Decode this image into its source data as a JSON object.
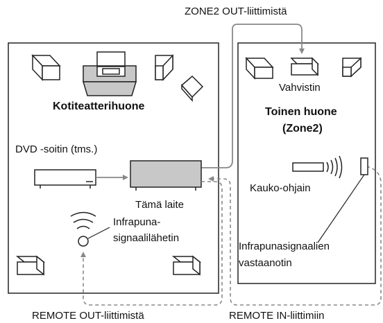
{
  "labels": {
    "zone2_out": "ZONE2 OUT-liittimistä",
    "home_theater_room": "Kotiteatterihuone",
    "amplifier": "Vahvistin",
    "second_room_line1": "Toinen huone",
    "second_room_line2": "(Zone2)",
    "dvd_player": "DVD -soitin (tms.)",
    "remote_control": "Kauko-ohjain",
    "this_unit": "Tämä laite",
    "ir_transmitter_line1": "Infrapuna-",
    "ir_transmitter_line2": "signaalilähetin",
    "ir_receiver_line1": "Infrapunasignaalien",
    "ir_receiver_line2": "vastaanotin",
    "remote_out": "REMOTE OUT-liittimistä",
    "remote_in": "REMOTE IN-liittimiin"
  },
  "colors": {
    "line": "#222222",
    "connection": "#888888",
    "device_fill": "#c8c8c8",
    "background": "#ffffff"
  }
}
